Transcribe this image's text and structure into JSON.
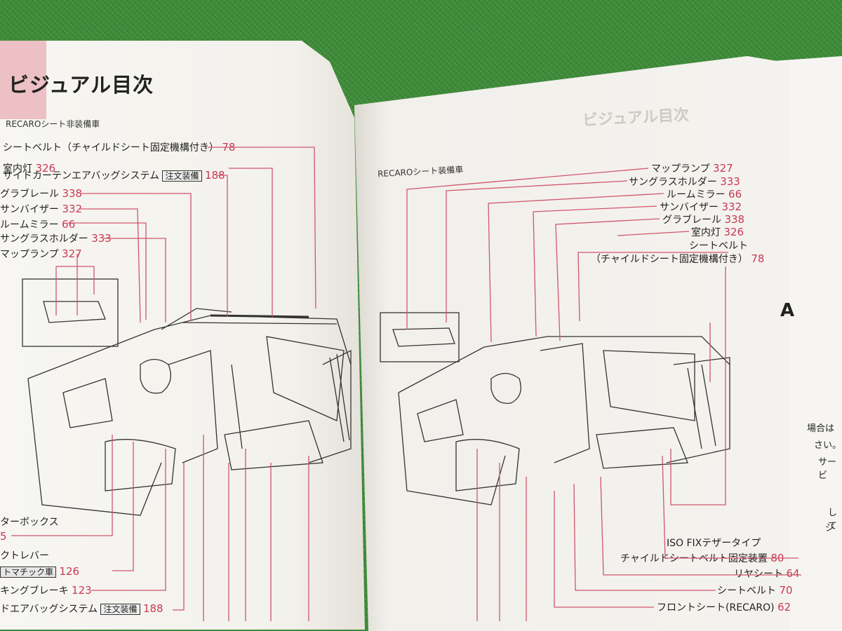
{
  "left": {
    "title": "ビジュアル目次",
    "section": "RECAROシート非装備車",
    "top": [
      {
        "label": "シートベルト（チャイルドシート固定機構付き）",
        "page": "78"
      },
      {
        "label": "室内灯",
        "page": "326"
      },
      {
        "label": "サイドカーテンエアバッグシステム",
        "badge": "注文装備",
        "page": "188"
      },
      {
        "label": "グラブレール",
        "page": "338"
      },
      {
        "label": "サンバイザー",
        "page": "332"
      },
      {
        "label": "ルームミラー",
        "page": "66"
      },
      {
        "label": "サングラスホルダー",
        "page": "333"
      },
      {
        "label": "マップランプ",
        "page": "327"
      }
    ],
    "bottom": [
      {
        "label": "ターボックス",
        "page": "5"
      },
      {
        "label": "クトレバー"
      },
      {
        "badge": "トマチック車",
        "page": "126"
      },
      {
        "label": "キングブレーキ",
        "page": "123"
      },
      {
        "label": "ドエアバッグシステム",
        "badge": "注文装備",
        "page": "188"
      }
    ]
  },
  "right": {
    "ghost_title": "ビジュアル目次",
    "section": "RECAROシート装備車",
    "top": [
      {
        "label": "マップランプ",
        "page": "327"
      },
      {
        "label": "サングラスホルダー",
        "page": "333"
      },
      {
        "label": "ルームミラー",
        "page": "66"
      },
      {
        "label": "サンバイザー",
        "page": "332"
      },
      {
        "label": "グラブレール",
        "page": "338"
      },
      {
        "label": "室内灯",
        "page": "326"
      },
      {
        "label": "シートベルト",
        "sub": "（チャイルドシート固定機構付き）",
        "page": "78"
      }
    ],
    "bottom": [
      {
        "label": "ISO FIXテザータイプ"
      },
      {
        "label": "チャイルドシートベルト固定装置",
        "page": "80"
      },
      {
        "label": "リヤシート",
        "page": "64"
      },
      {
        "label": "シートベルト",
        "page": "70"
      },
      {
        "label": "フロントシート(RECARO)",
        "page": "62"
      }
    ]
  },
  "third": {
    "mark": "A",
    "lines": [
      "場合は",
      "さい。",
      "サービ",
      "して",
      "ジ"
    ]
  },
  "colors": {
    "page_number": "#c73a54",
    "leader_line": "#d0566c",
    "tab": "#ecc0c4",
    "grass": "#3e8c39"
  }
}
